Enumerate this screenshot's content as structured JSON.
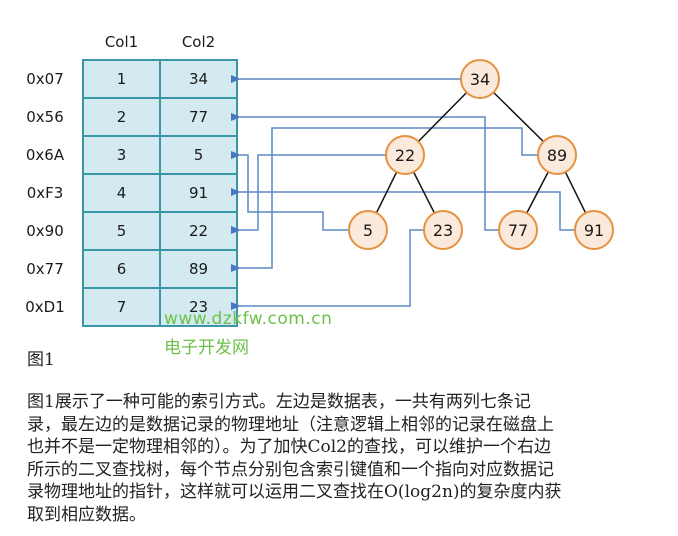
{
  "table": {
    "headers": [
      "Col1",
      "Col2"
    ],
    "rows": [
      {
        "address": "0x07",
        "col1": "1",
        "col2": "34"
      },
      {
        "address": "0x56",
        "col1": "2",
        "col2": "77"
      },
      {
        "address": "0x6A",
        "col1": "3",
        "col2": "5"
      },
      {
        "address": "0xF3",
        "col1": "4",
        "col2": "91"
      },
      {
        "address": "0x90",
        "col1": "5",
        "col2": "22"
      },
      {
        "address": "0x77",
        "col1": "6",
        "col2": "89"
      },
      {
        "address": "0xD1",
        "col1": "7",
        "col2": "23"
      }
    ]
  },
  "tree": {
    "nodes": [
      {
        "id": "n34",
        "label": "34",
        "points_to_row": 1
      },
      {
        "id": "n22",
        "label": "22",
        "points_to_row": 5
      },
      {
        "id": "n89",
        "label": "89",
        "points_to_row": 6
      },
      {
        "id": "n5",
        "label": "5",
        "points_to_row": 3
      },
      {
        "id": "n23",
        "label": "23",
        "points_to_row": 7
      },
      {
        "id": "n77",
        "label": "77",
        "points_to_row": 2
      },
      {
        "id": "n91",
        "label": "91",
        "points_to_row": 4
      }
    ],
    "edges": [
      [
        "n34",
        "n22"
      ],
      [
        "n34",
        "n89"
      ],
      [
        "n22",
        "n5"
      ],
      [
        "n22",
        "n23"
      ],
      [
        "n89",
        "n77"
      ],
      [
        "n89",
        "n91"
      ]
    ]
  },
  "colors": {
    "table_fill": "#d3eaf0",
    "table_border": "#3a96a8",
    "node_fill": "#fbe9dc",
    "node_border": "#e5923f",
    "pointer_line": "#5b8ac4",
    "watermark": "#6cc04a"
  },
  "watermark": {
    "url": "www.dzkfw.com.cn",
    "name": "电子开发网"
  },
  "figure_label": "图1",
  "paragraph_lines": [
    "图1展示了一种可能的索引方式。左边是数据表，一共有两列七条记",
    "录，最左边的是数据记录的物理地址（注意逻辑上相邻的记录在磁盘上",
    "也并不是一定物理相邻的）。为了加快Col2的查找，可以维护一个右边",
    "所示的二叉查找树，每个节点分别包含索引键值和一个指向对应数据记",
    "录物理地址的指针，这样就可以运用二叉查找在O(log2n)的复杂度内获",
    "取到相应数据。"
  ]
}
